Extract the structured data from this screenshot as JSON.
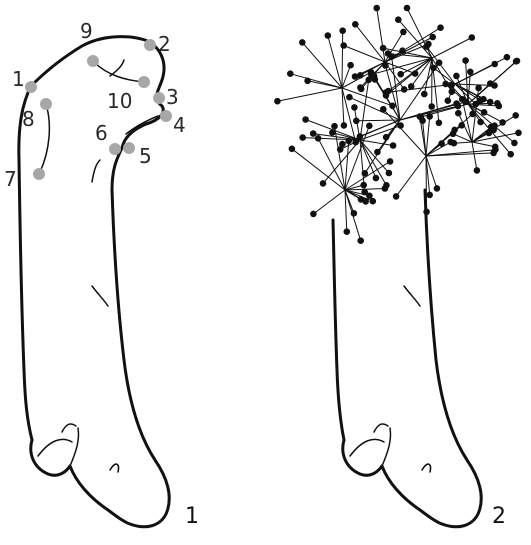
{
  "landmarks": [
    {
      "id": "1",
      "label": "1"
    },
    {
      "id": "2",
      "label": "2"
    },
    {
      "id": "3",
      "label": "3"
    },
    {
      "id": "4",
      "label": "4"
    },
    {
      "id": "5",
      "label": "5"
    },
    {
      "id": "6",
      "label": "6"
    },
    {
      "id": "7",
      "label": "7"
    },
    {
      "id": "8",
      "label": "8"
    },
    {
      "id": "9",
      "label": "9"
    },
    {
      "id": "10",
      "label": "10"
    }
  ],
  "panels": [
    {
      "id": "panel-1",
      "label": "1"
    },
    {
      "id": "panel-2",
      "label": "2"
    }
  ],
  "colors": {
    "outline": "#111111",
    "landmark": "#a7a7a7",
    "vector": "#111111",
    "background": "#ffffff"
  }
}
